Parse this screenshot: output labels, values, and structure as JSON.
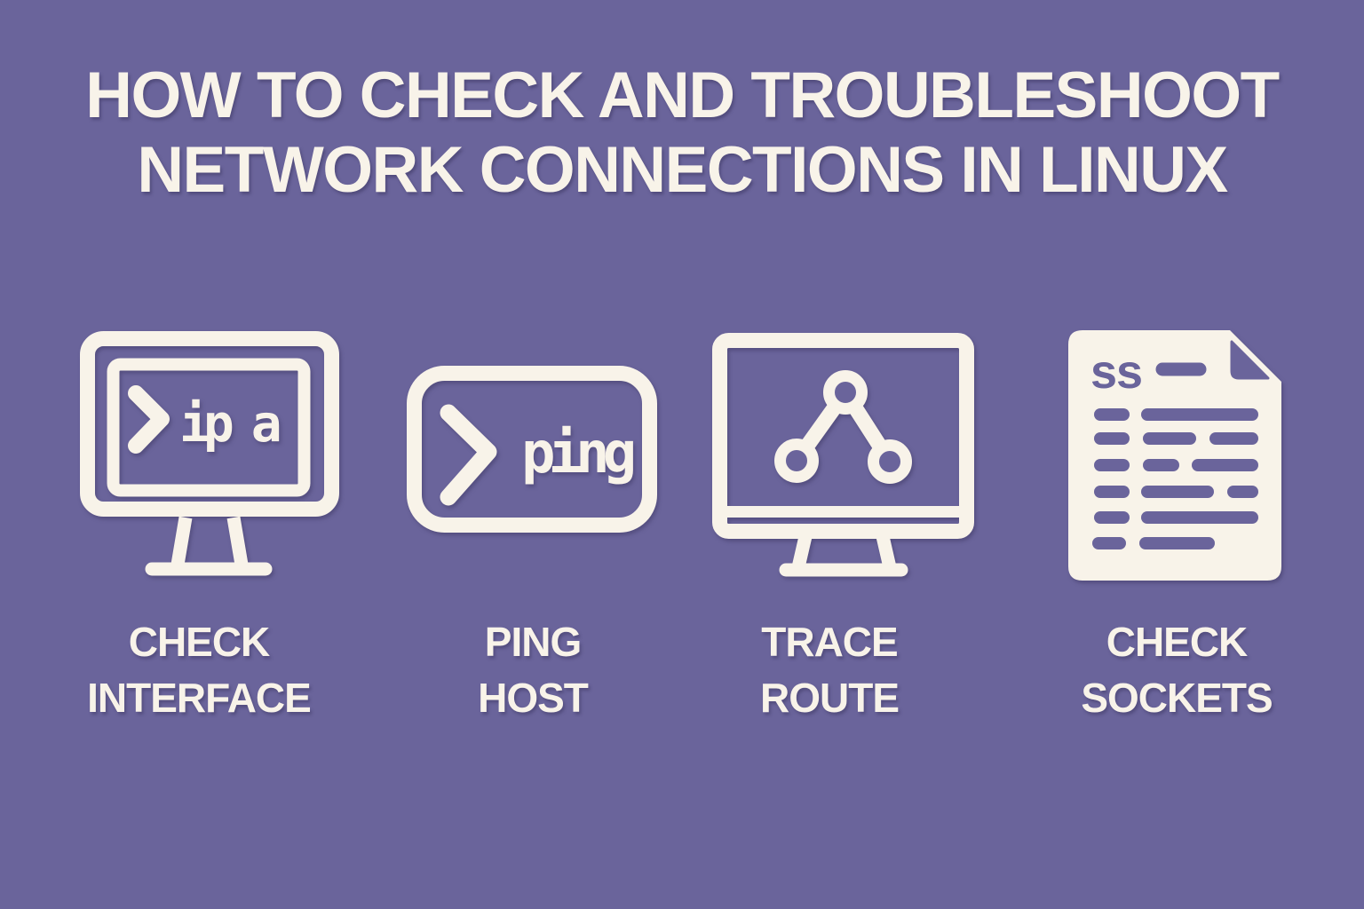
{
  "title": {
    "line1": "HOW TO CHECK AND TROUBLESHOOT",
    "line2": "NETWORK CONNECTIONS IN LINUX"
  },
  "colors": {
    "background": "#6A649B",
    "cream": "#F8F3E9",
    "icon_detail_purple": "#6A649B",
    "shadow": "rgba(62,56,100,0.5)"
  },
  "items": [
    {
      "name": "check-interface",
      "icon": "monitor-terminal-icon",
      "terminal_prompt": ">",
      "terminal_text": "ip a",
      "label_line1": "CHECK",
      "label_line2": "INTERFACE"
    },
    {
      "name": "ping-host",
      "icon": "terminal-window-icon",
      "terminal_prompt": ">",
      "terminal_text": "ping",
      "label_line1": "PING",
      "label_line2": "HOST"
    },
    {
      "name": "trace-route",
      "icon": "monitor-network-icon",
      "label_line1": "TRACE",
      "label_line2": "ROUTE"
    },
    {
      "name": "check-sockets",
      "icon": "document-ss-icon",
      "document_text": "ss",
      "label_line1": "CHECK",
      "label_line2": "SOCKETS"
    }
  ]
}
